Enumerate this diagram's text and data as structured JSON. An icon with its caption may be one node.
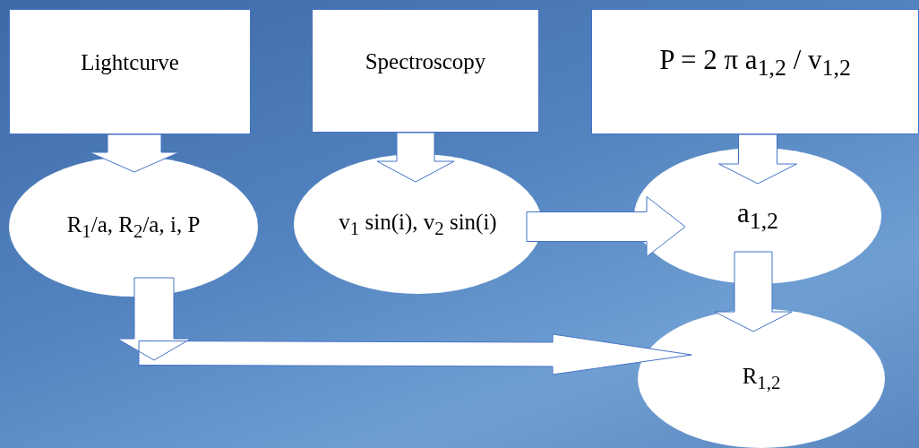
{
  "diagram": {
    "nodes": [
      {
        "text": [
          "Lightcurve"
        ]
      },
      {
        "text": [
          "Spectroscopy"
        ]
      },
      {
        "text": [
          "P = 2 π a$_{1,2}$ / v$_{1,2}$"
        ]
      },
      {
        "text": [
          "R$_{1}$/a, R$_{2}$/a, i, P"
        ]
      },
      {
        "text": [
          "v$_{1}$ sin(i), v$_{2}$ sin(i)"
        ]
      },
      {
        "text": [
          "a$_{1,2}$"
        ]
      },
      {
        "text": [
          "R$_{1,2}$"
        ]
      }
    ],
    "edges": [
      {
        "from": 0,
        "to": 3,
        "arrow": "to"
      },
      {
        "from": 1,
        "to": 4,
        "arrow": "to"
      },
      {
        "from": 2,
        "to": 5,
        "arrow": "to"
      },
      {
        "from": 4,
        "to": 5,
        "arrow": "to"
      },
      {
        "from": 5,
        "to": 6,
        "arrow": "to"
      },
      {
        "from": 3,
        "to": 6,
        "arrow": "to"
      }
    ]
  }
}
